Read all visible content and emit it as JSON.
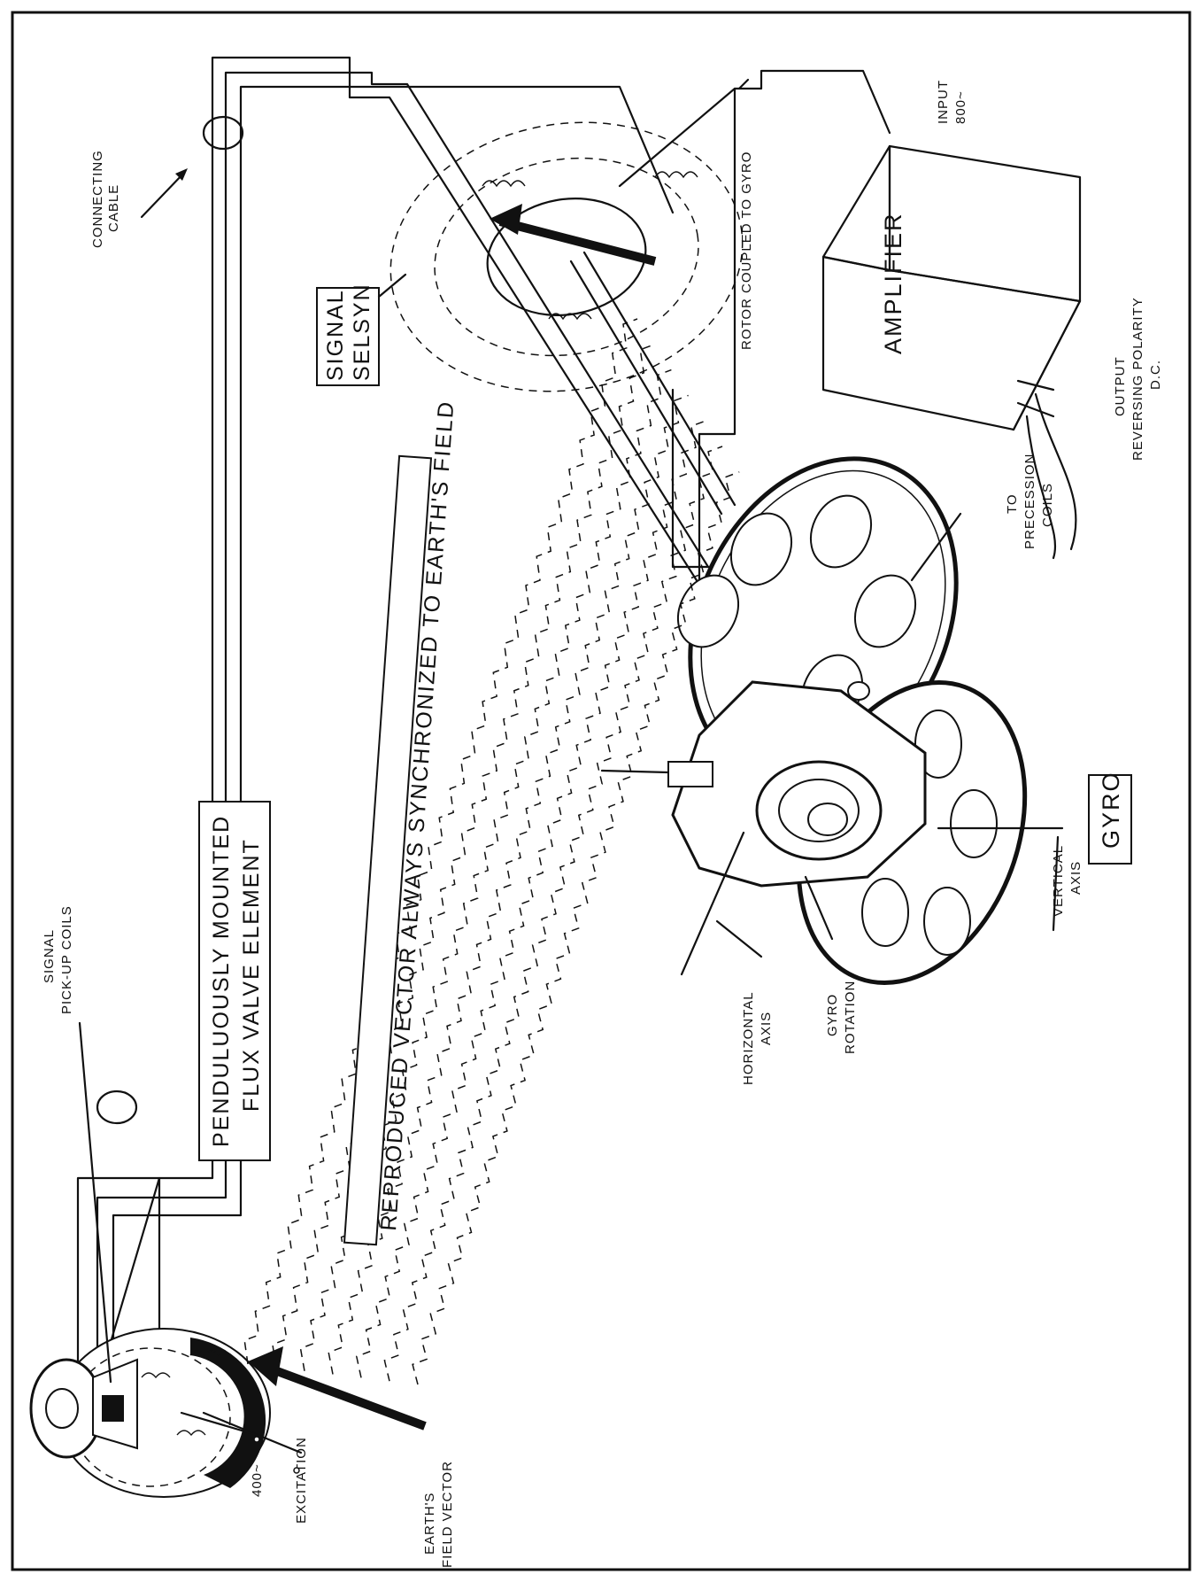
{
  "labels": {
    "connecting_cable": [
      "CONNECTING",
      "CABLE"
    ],
    "input": [
      "INPUT",
      "800~"
    ],
    "rotor_coupled": "ROTOR COUPLED TO GYRO",
    "signal_selsyn": [
      "SIGNAL",
      "SELSYN"
    ],
    "amplifier": "AMPLIFIER",
    "output": [
      "OUTPUT",
      "REVERSING POLARITY",
      "D.C."
    ],
    "to_precession_coils": [
      "TO",
      "PRECESSION",
      "COILS"
    ],
    "reproduced_vector": "REPRODUCED VECTOR ALWAYS SYNCHRONIZED TO EARTH'S FIELD",
    "flux_valve": [
      "PENDULUOUSLY MOUNTED",
      "FLUX VALVE ELEMENT"
    ],
    "signal_pickup": [
      "SIGNAL",
      "PICK-UP COILS"
    ],
    "gyro": "GYRO",
    "vertical_axis": [
      "VERTICAL",
      "AXIS"
    ],
    "gyro_rotation": [
      "GYRO",
      "ROTATION"
    ],
    "horizontal_axis": [
      "HORIZONTAL",
      "AXIS"
    ],
    "earths_field": [
      "EARTH'S",
      "FIELD VECTOR"
    ],
    "excitation": "EXCITATION",
    "freq_400": "400~"
  },
  "colors": {
    "ink": "#111111",
    "paper": "#ffffff"
  },
  "icons": {
    "flux_valve": "flux-valve-icon",
    "selsyn": "selsyn-icon",
    "gyro": "gyro-icon",
    "amplifier": "amplifier-box-icon"
  }
}
